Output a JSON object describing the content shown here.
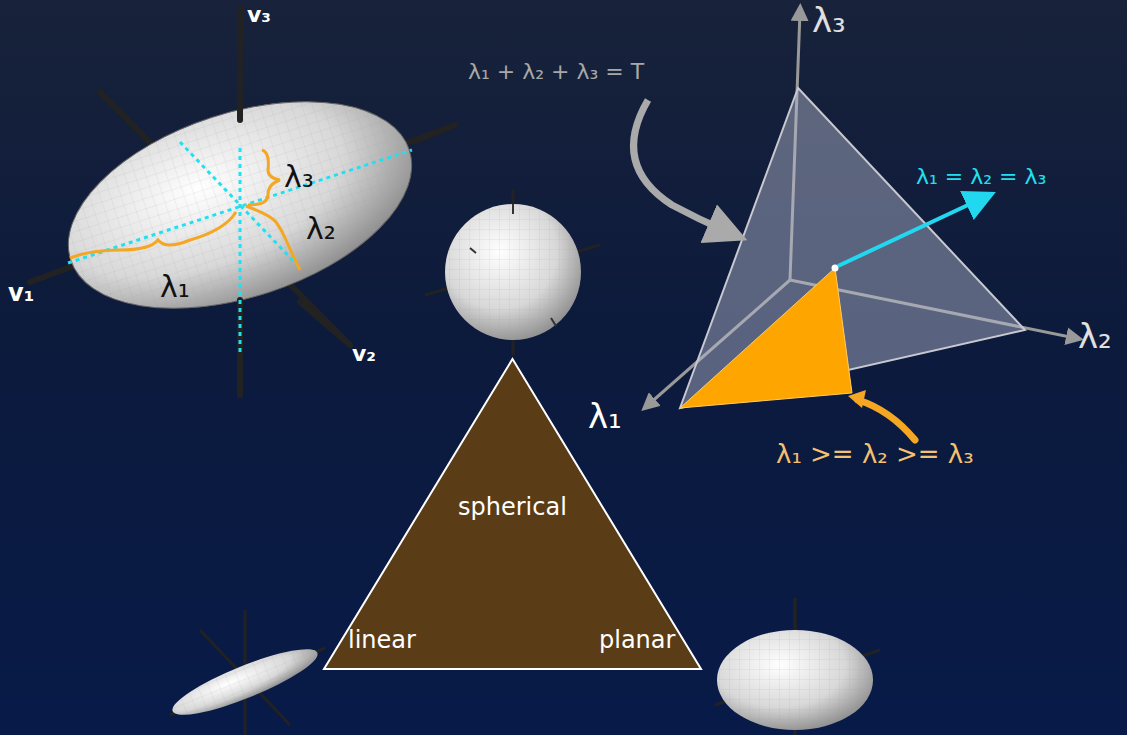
{
  "diagram": {
    "nodes": [
      {
        "text": [
          "spherical",
          "linear",
          "planar"
        ]
      }
    ],
    "labels": [
      "v₃",
      "λ₃",
      "λ₂",
      "v₁",
      "λ₁",
      "v₂",
      "λ₁ + λ₂ + λ₃ = T",
      "λ₁ = λ₂ = λ₃",
      "λ₃",
      "λ₂",
      "λ₁",
      "λ₁ >= λ₂ >= λ₃"
    ]
  }
}
